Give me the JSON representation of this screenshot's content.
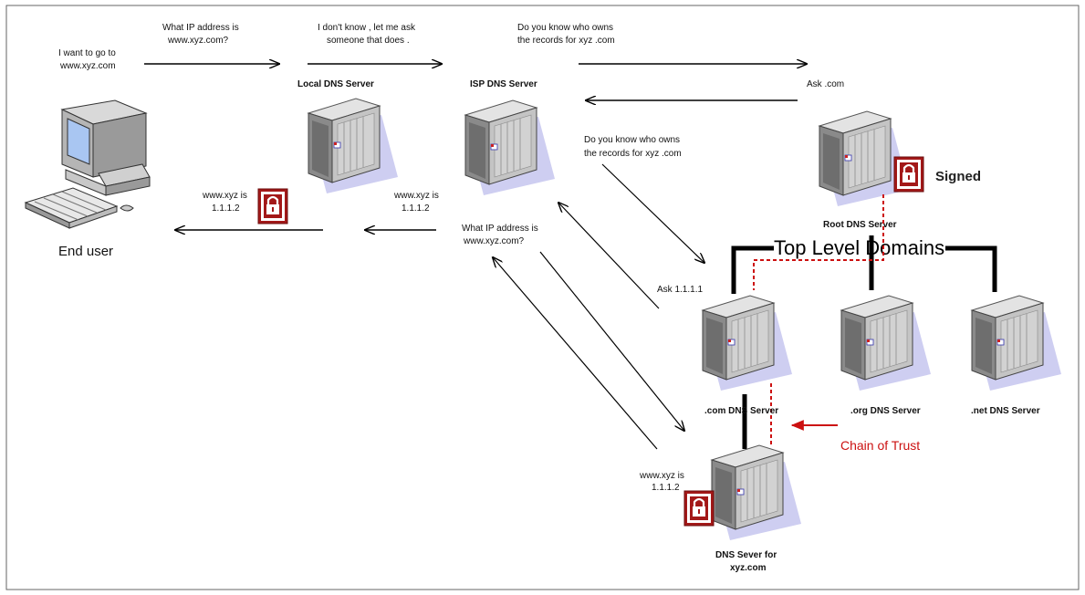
{
  "labels": {
    "end_user_request": [
      "I want to go to",
      "www.xyz.com"
    ],
    "query_local": [
      "What IP address is",
      "www.xyz.com?"
    ],
    "query_isp": [
      "I don't know , let me ask",
      "someone that does   ."
    ],
    "query_root": [
      "Do you know who owns",
      "the records for xyz .com"
    ],
    "root_reply": "Ask .com",
    "query_tld": [
      "Do you know who owns",
      "the records for xyz  .com"
    ],
    "tld_reply": "Ask 1.1.1.1",
    "query_auth": [
      "What IP address is",
      "www.xyz.com?"
    ],
    "auth_reply": [
      "www.xyz is",
      "1.1.1.2"
    ],
    "isp_reply": [
      "www.xyz is",
      "1.1.1.2"
    ],
    "local_reply": [
      "www.xyz is",
      "1.1.1.2"
    ]
  },
  "nodes": {
    "end_user": "End user",
    "local_dns": "Local DNS Server",
    "isp_dns": "ISP DNS Server",
    "root_dns": "Root DNS Server",
    "com_dns": ".com DNS Server",
    "org_dns": ".org DNS Server",
    "net_dns": ".net DNS Server",
    "auth_dns": [
      "DNS Sever for",
      "xyz.com"
    ]
  },
  "tld_title": "Top Level Domains",
  "signed_label": "Signed",
  "chain_of_trust": "Chain of Trust",
  "colors": {
    "server_body": "#c4c4c4",
    "server_dark": "#7d7d7d",
    "server_shadow": "#c9c9ef",
    "lock_red": "#a31818",
    "trust_red": "#cc1111",
    "screen_blue": "#a9c6f2"
  },
  "icons": [
    "server-icon",
    "computer-icon",
    "lock-icon",
    "arrow-icon"
  ]
}
